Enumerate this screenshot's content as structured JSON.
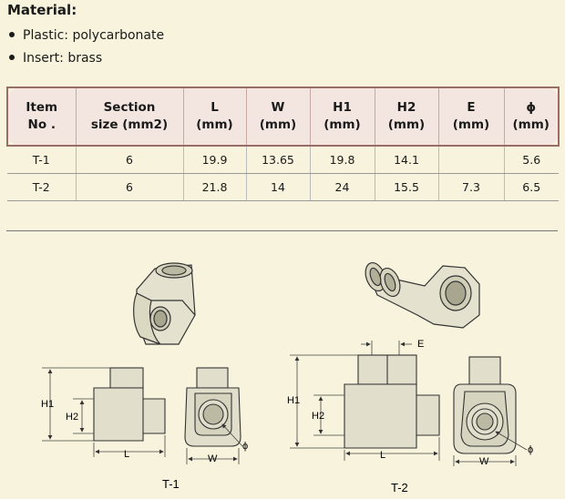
{
  "material": {
    "title": "Material:",
    "items": [
      "Plastic: polycarbonate",
      "Insert: brass"
    ]
  },
  "table": {
    "headers": [
      [
        "Item",
        "No ."
      ],
      [
        "Section",
        "size (mm2)"
      ],
      [
        "L",
        "(mm)"
      ],
      [
        "W",
        "(mm)"
      ],
      [
        "H1",
        "(mm)"
      ],
      [
        "H2",
        "(mm)"
      ],
      [
        "E",
        "(mm)"
      ],
      [
        "ϕ",
        "(mm)"
      ]
    ],
    "rows": [
      [
        "T-1",
        "6",
        "19.9",
        "13.65",
        "19.8",
        "14.1",
        "",
        "5.6"
      ],
      [
        "T-2",
        "6",
        "21.8",
        "14",
        "24",
        "15.5",
        "7.3",
        "6.5"
      ]
    ]
  },
  "drawing": {
    "t1_caption": "T-1",
    "t2_caption": "T-2",
    "dim_h1": "H1",
    "dim_h2": "H2",
    "dim_l": "L",
    "dim_w": "W",
    "dim_e": "E",
    "dim_phi": "ϕ"
  }
}
